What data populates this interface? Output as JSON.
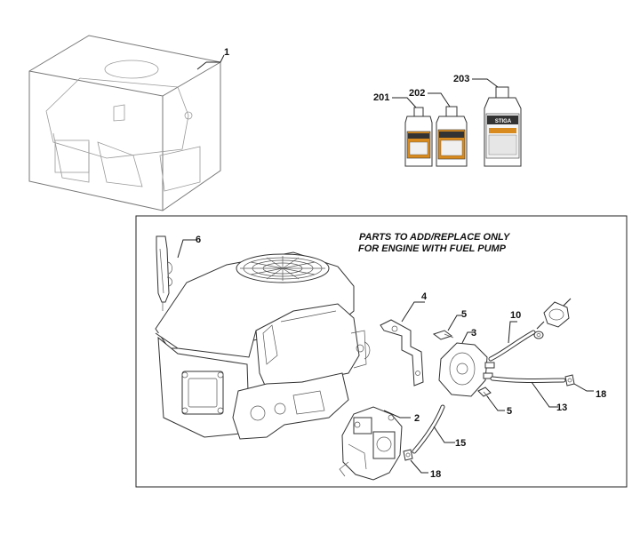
{
  "note": {
    "line1": "PARTS TO ADD/REPLACE ONLY",
    "line2": "FOR ENGINE WITH FUEL PUMP"
  },
  "callouts": {
    "engine": "1",
    "carburetor": "2",
    "fuel_pump": "3",
    "bracket": "4",
    "screw_upper": "5",
    "screw_lower": "5",
    "dipstick": "6",
    "hose_pump_filter": "10",
    "hose_return": "13",
    "hose_carb": "15",
    "clamp_right": "18",
    "clamp_bottom": "18",
    "oil_small": "201",
    "oil_medium": "202",
    "oil_large": "203"
  },
  "oil_bottle_brand": "STIGA"
}
